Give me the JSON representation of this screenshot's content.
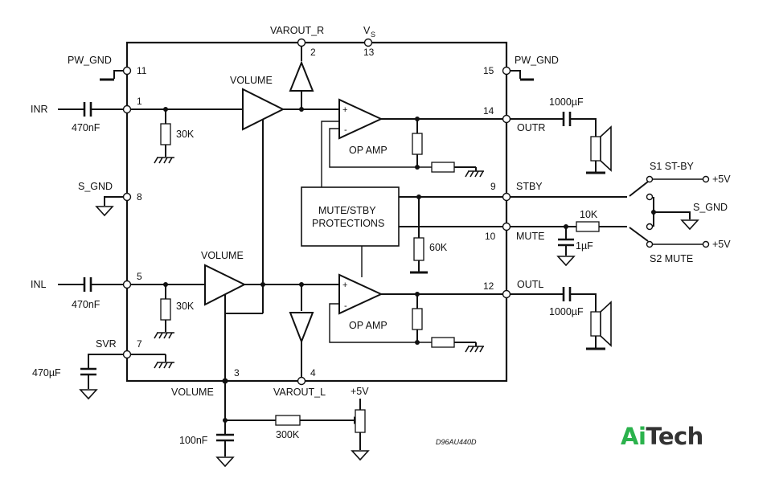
{
  "labels": {
    "varout_r": "VAROUT_R",
    "vs": "V",
    "vs_sub": "S",
    "pw_gnd_left": "PW_GND",
    "pw_gnd_right": "PW_GND",
    "volume_top": "VOLUME",
    "volume_mid": "VOLUME",
    "volume_bottom": "VOLUME",
    "inr": "INR",
    "inl": "INL",
    "cap_470nf_r": "470nF",
    "cap_470nf_l": "470nF",
    "res_30k_r": "30K",
    "res_30k_l": "30K",
    "s_gnd_left": "S_GND",
    "s_gnd_right": "S_GND",
    "svr": "SVR",
    "cap_470uf": "470µF",
    "op_amp_top": "OP AMP",
    "op_amp_bottom": "OP AMP",
    "mute_stby_1": "MUTE/STBY",
    "mute_stby_2": "PROTECTIONS",
    "res_60k": "60K",
    "outr": "OUTR",
    "outl": "OUTL",
    "stby": "STBY",
    "mute": "MUTE",
    "cap_1000uf_r": "1000µF",
    "cap_1000uf_l": "1000µF",
    "s1": "S1 ST-BY",
    "s2": "S2 MUTE",
    "plus5v_s1": "+5V",
    "plus5v_s2": "+5V",
    "plus5v_pot": "+5V",
    "res_10k": "10K",
    "cap_1uf": "1µF",
    "varout_l": "VAROUT_L",
    "cap_100nf": "100nF",
    "res_300k": "300K",
    "drawing_code": "D96AU440D",
    "plus": "+",
    "minus": "-"
  },
  "pins": {
    "p1": "1",
    "p2": "2",
    "p3": "3",
    "p4": "4",
    "p5": "5",
    "p7": "7",
    "p8": "8",
    "p9": "9",
    "p10": "10",
    "p11": "11",
    "p12": "12",
    "p13": "13",
    "p14": "14",
    "p15": "15"
  },
  "logo": {
    "part1": "Ai",
    "part2": "Tech"
  }
}
